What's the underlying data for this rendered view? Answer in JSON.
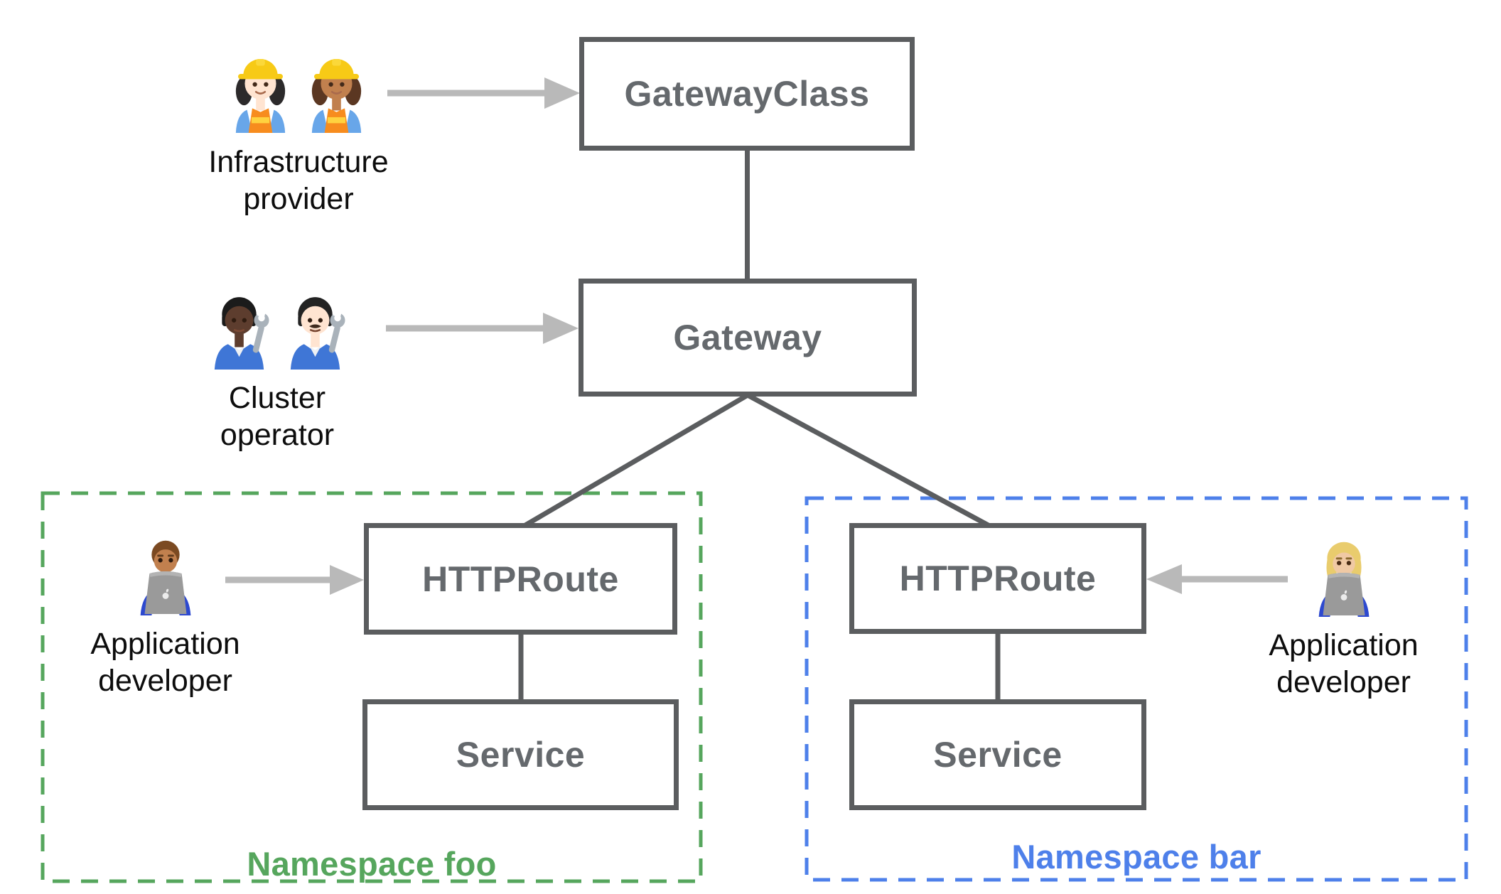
{
  "diagram": {
    "nodes": {
      "gatewayclass": "GatewayClass",
      "gateway": "Gateway",
      "httproute_foo": "HTTPRoute",
      "service_foo": "Service",
      "httproute_bar": "HTTPRoute",
      "service_bar": "Service"
    },
    "namespaces": {
      "foo": {
        "label": "Namespace foo",
        "color": "#56a65d"
      },
      "bar": {
        "label": "Namespace bar",
        "color": "#4e80ea"
      }
    },
    "actors": {
      "infrastructure_provider": {
        "lines": [
          "Infrastructure",
          "provider"
        ],
        "icons": [
          "woman-construction-worker-light-icon",
          "woman-construction-worker-medium-icon"
        ]
      },
      "cluster_operator": {
        "lines": [
          "Cluster",
          "operator"
        ],
        "icons": [
          "person-mechanic-dark-icon",
          "man-mechanic-light-icon"
        ]
      },
      "app_developer_foo": {
        "lines": [
          "Application",
          "developer"
        ],
        "icons": [
          "man-technologist-icon"
        ]
      },
      "app_developer_bar": {
        "lines": [
          "Application",
          "developer"
        ],
        "icons": [
          "woman-technologist-icon"
        ]
      }
    },
    "connections": [
      {
        "from": "GatewayClass",
        "to": "Gateway"
      },
      {
        "from": "Gateway",
        "to": "HTTPRoute (Namespace foo)"
      },
      {
        "from": "Gateway",
        "to": "HTTPRoute (Namespace bar)"
      },
      {
        "from": "HTTPRoute (Namespace foo)",
        "to": "Service (Namespace foo)"
      },
      {
        "from": "HTTPRoute (Namespace bar)",
        "to": "Service (Namespace bar)"
      }
    ],
    "arrows": [
      {
        "from": "Infrastructure provider",
        "to": "GatewayClass"
      },
      {
        "from": "Cluster operator",
        "to": "Gateway"
      },
      {
        "from": "Application developer",
        "to": "HTTPRoute (Namespace foo)"
      },
      {
        "from": "Application developer",
        "to": "HTTPRoute (Namespace bar)"
      }
    ],
    "colors": {
      "node_border": "#5b5d5f",
      "node_text": "#65696d",
      "connector": "#5b5d5f",
      "arrow": "#b9b9b9",
      "namespace_foo_green": "#56a65d",
      "namespace_bar_blue": "#4e80ea",
      "actor_label_text": "#0d0d0d",
      "background": "#ffffff"
    }
  }
}
